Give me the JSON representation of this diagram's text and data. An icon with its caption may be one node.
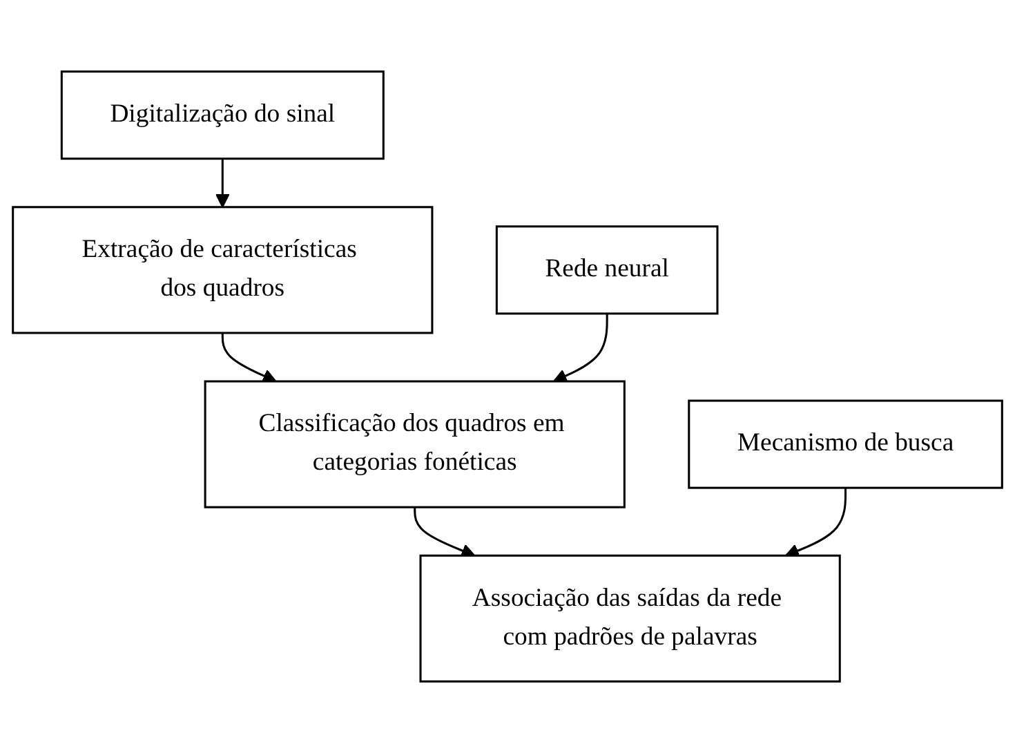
{
  "diagram": {
    "nodes": [
      {
        "text": [
          "Digitalização do sinal"
        ]
      },
      {
        "text": [
          "Extração de características dos quadros"
        ]
      },
      {
        "text": [
          "Classificação dos quadros em categorias fonéticas"
        ]
      },
      {
        "text": [
          "Rede neural"
        ]
      },
      {
        "text": [
          "Associação das saídas da rede com padrões de palavras"
        ]
      },
      {
        "text": [
          "Mecanismo de busca"
        ]
      }
    ],
    "edges": [
      {
        "from": 0,
        "to": 1,
        "arrow": "to"
      },
      {
        "from": 1,
        "to": 2,
        "arrow": "to"
      },
      {
        "from": 3,
        "to": 2,
        "arrow": "to"
      },
      {
        "from": 2,
        "to": 4,
        "arrow": "to"
      },
      {
        "from": 5,
        "to": 4,
        "arrow": "to"
      }
    ]
  }
}
